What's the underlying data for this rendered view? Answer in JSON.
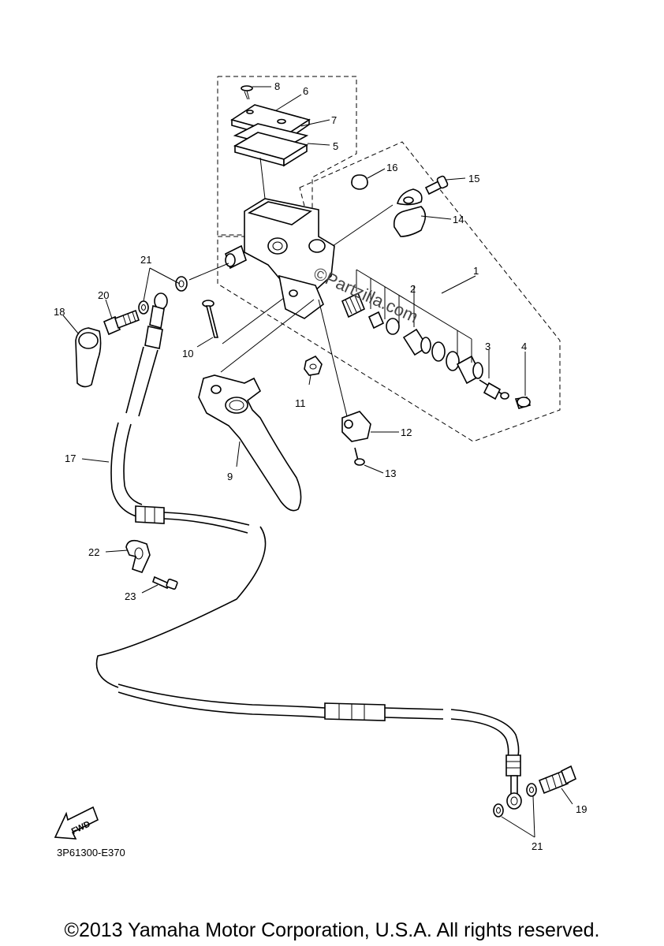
{
  "diagram": {
    "watermark": "©Partzilla.com",
    "drawing_code": "3P61300-E370",
    "fwd_label": "FWD",
    "callouts": {
      "c1": "1",
      "c2": "2",
      "c3": "3",
      "c4": "4",
      "c5": "5",
      "c6": "6",
      "c7": "7",
      "c8": "8",
      "c9": "9",
      "c10": "10",
      "c11": "11",
      "c12": "12",
      "c13": "13",
      "c14": "14",
      "c15": "15",
      "c16": "16",
      "c17": "17",
      "c18": "18",
      "c19": "19",
      "c20": "20",
      "c21a": "21",
      "c21b": "21",
      "c22": "22",
      "c23": "23"
    }
  },
  "footer": {
    "copyright": "©2013 Yamaha Motor Corporation, U.S.A. All rights reserved."
  }
}
